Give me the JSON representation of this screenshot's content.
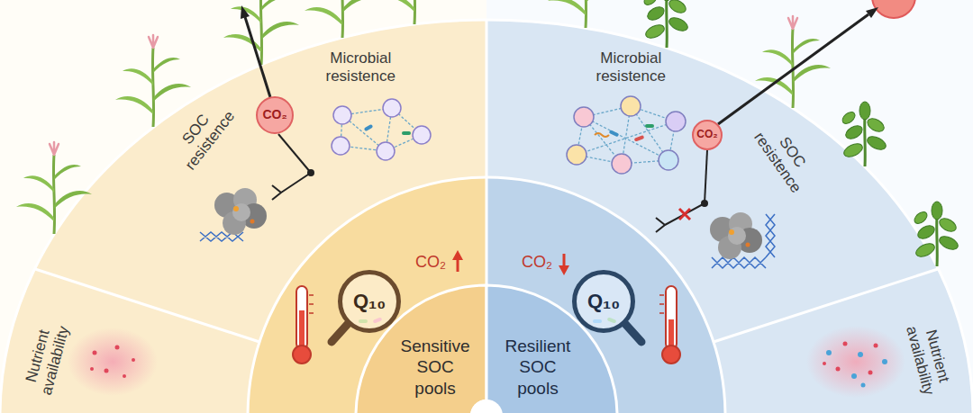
{
  "diagram": {
    "nodes": [
      {
        "text": [
          "CO₂"
        ]
      },
      {
        "text": [
          "Q₁₀"
        ]
      },
      {
        "text": [
          "Sensitive SOC pools"
        ]
      },
      {
        "text": [
          "Resilient SOC pools"
        ]
      },
      {
        "text": [
          "Q₁₀"
        ]
      },
      {
        "text": [
          "CO₂"
        ]
      }
    ],
    "labels": [
      "SOC resistence",
      "Microbial resistence",
      "Nutrient availability",
      "CO₂",
      "CO₂",
      "Microbial resistence",
      "SOC resistence",
      "Nutrient availability"
    ]
  }
}
